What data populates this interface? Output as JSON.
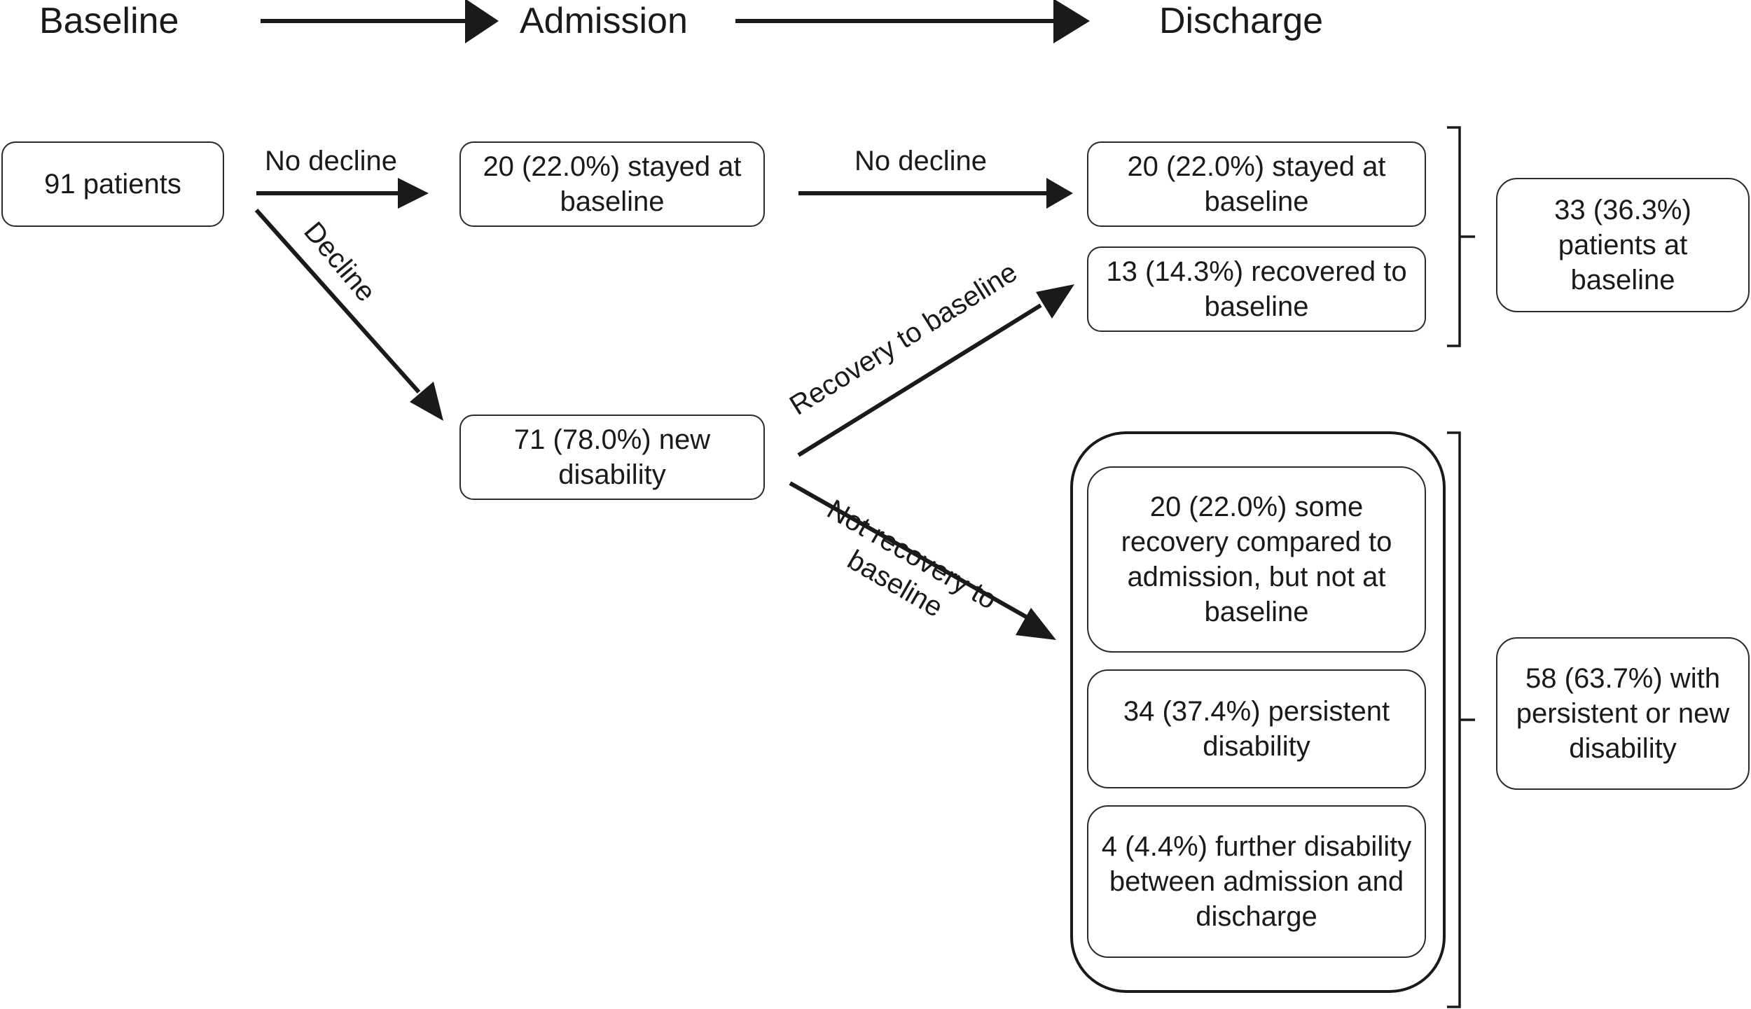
{
  "headers": {
    "baseline": "Baseline",
    "admission": "Admission",
    "discharge": "Discharge"
  },
  "nodes": {
    "start": "91 patients",
    "admission_stayed": "20 (22.0%) stayed at baseline",
    "admission_new": "71 (78.0%) new disability",
    "discharge_stayed": "20 (22.0%) stayed at baseline",
    "discharge_recovered": "13 (14.3%) recovered to baseline",
    "discharge_some_recovery": "20 (22.0%) some recovery compared to admission, but not at baseline",
    "discharge_persistent": "34 (37.4%) persistent disability",
    "discharge_further": "4 (4.4%) further disability between admission and discharge",
    "summary_baseline": "33 (36.3%) patients at baseline",
    "summary_disability": "58 (63.7%) with persistent or new disability"
  },
  "edges": {
    "no_decline_1": "No decline",
    "decline": "Decline",
    "no_decline_2": "No decline",
    "recovery": "Recovery to baseline",
    "not_recovery": "Not recovery to baseline"
  },
  "colors": {
    "ink": "#1a1a1a",
    "background": "#ffffff"
  }
}
